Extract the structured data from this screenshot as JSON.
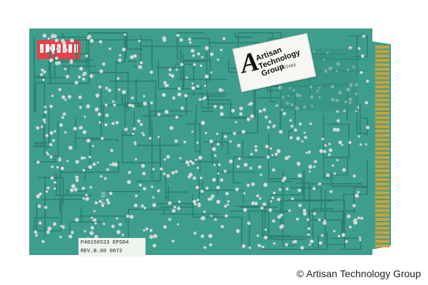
{
  "photo": {
    "subject": "printed circuit board, solder side",
    "colors": {
      "background": "#ffffff",
      "board": "#3e9e8d",
      "trace": "#2c7f6d",
      "solder": "#d6dcda",
      "dip_switch": "#e8404a",
      "edge_contacts": "#c9a23a"
    }
  },
  "asset_label": {
    "logo": "A",
    "company": "Artisan Technology Group",
    "serial": "123456"
  },
  "part_label": {
    "line1": "P40156523 EPS04",
    "line2": "REV.B.00 0072"
  },
  "silkscreen": {
    "code": "35-4"
  },
  "watermark": {
    "text": "© Artisan Technology Group"
  }
}
